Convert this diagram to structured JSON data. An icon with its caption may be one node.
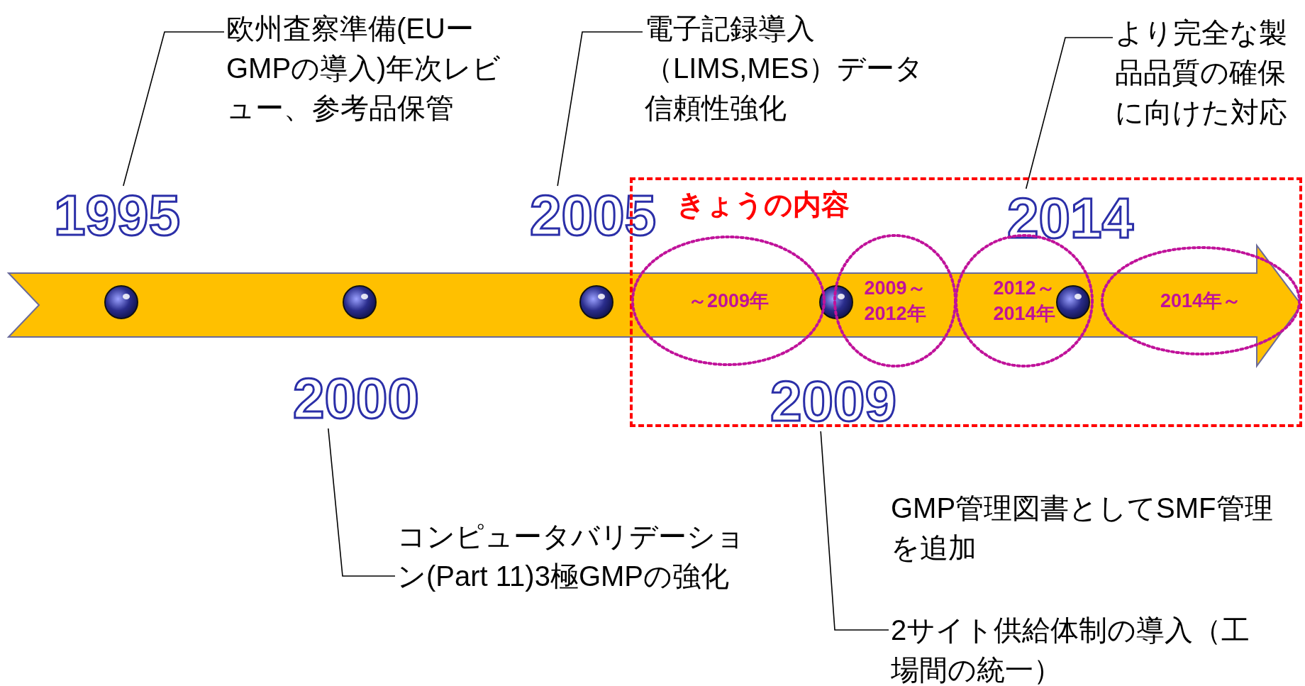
{
  "diagram": {
    "nodes": [
      {
        "text": [
          "欧州査察準備(EUーGMPの導入)年次レビュー、参考品保管"
        ]
      },
      {
        "text": [
          "電子記録導入（LIMS,MES）データ信頼性強化"
        ]
      },
      {
        "text": [
          "より完全な製品品質の確保に向けた対応"
        ]
      },
      {
        "text": [
          "1995"
        ]
      },
      {
        "text": [
          "2005"
        ]
      },
      {
        "text": [
          "きょうの内容"
        ]
      },
      {
        "text": [
          "2014"
        ],
        "in": 5
      },
      {
        "text": [
          "～2009年"
        ],
        "in": 5
      },
      {
        "text": [
          "2009～2012年"
        ],
        "in": 5
      },
      {
        "text": [
          "2012～2014年"
        ],
        "in": 5
      },
      {
        "text": [
          "2014年～"
        ],
        "in": 5
      },
      {
        "text": [
          "2000"
        ]
      },
      {
        "text": [
          "2009"
        ],
        "in": 5
      },
      {
        "text": [
          "コンピュータバリデーション(Part 11)3極GMPの強化"
        ]
      },
      {
        "text": [
          "GMP管理図書としてSMF管理を追加",
          "2サイト供給体制の導入（工場間の統一）"
        ]
      }
    ],
    "edges": [
      {
        "from": 0,
        "to": 3,
        "arrow": "none"
      },
      {
        "from": 1,
        "to": 4,
        "arrow": "none"
      },
      {
        "from": 2,
        "to": 6,
        "arrow": "none"
      },
      {
        "from": 13,
        "to": 11,
        "arrow": "none"
      },
      {
        "from": 14,
        "to": 12,
        "arrow": "none"
      }
    ]
  }
}
